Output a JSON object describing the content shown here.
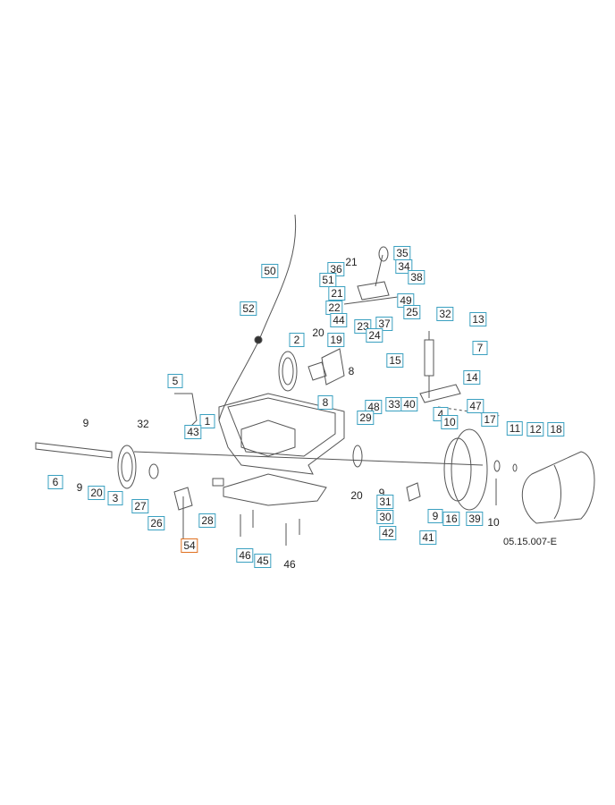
{
  "figure": {
    "reference_code": "05.15.007-E"
  },
  "callouts": [
    {
      "id": "50",
      "boxed": true
    },
    {
      "id": "52",
      "boxed": true
    },
    {
      "id": "2",
      "boxed": true
    },
    {
      "id": "20",
      "boxed": false
    },
    {
      "id": "19",
      "boxed": true
    },
    {
      "id": "8",
      "boxed": false
    },
    {
      "id": "8",
      "boxed": true
    },
    {
      "id": "21",
      "boxed": false
    },
    {
      "id": "35",
      "boxed": true
    },
    {
      "id": "36",
      "boxed": true
    },
    {
      "id": "34",
      "boxed": true
    },
    {
      "id": "51",
      "boxed": true
    },
    {
      "id": "38",
      "boxed": true
    },
    {
      "id": "21",
      "boxed": true
    },
    {
      "id": "49",
      "boxed": true
    },
    {
      "id": "22",
      "boxed": true
    },
    {
      "id": "25",
      "boxed": true
    },
    {
      "id": "44",
      "boxed": true
    },
    {
      "id": "23",
      "boxed": true
    },
    {
      "id": "37",
      "boxed": true
    },
    {
      "id": "24",
      "boxed": true
    },
    {
      "id": "32",
      "boxed": true
    },
    {
      "id": "13",
      "boxed": true
    },
    {
      "id": "7",
      "boxed": true
    },
    {
      "id": "15",
      "boxed": true
    },
    {
      "id": "14",
      "boxed": true
    },
    {
      "id": "5",
      "boxed": true
    },
    {
      "id": "33",
      "boxed": true
    },
    {
      "id": "40",
      "boxed": true
    },
    {
      "id": "47",
      "boxed": true
    },
    {
      "id": "48",
      "boxed": true
    },
    {
      "id": "29",
      "boxed": true
    },
    {
      "id": "4",
      "boxed": true
    },
    {
      "id": "17",
      "boxed": true
    },
    {
      "id": "10",
      "boxed": true
    },
    {
      "id": "1",
      "boxed": true
    },
    {
      "id": "43",
      "boxed": true
    },
    {
      "id": "9",
      "boxed": false
    },
    {
      "id": "32",
      "boxed": false
    },
    {
      "id": "11",
      "boxed": true
    },
    {
      "id": "12",
      "boxed": true
    },
    {
      "id": "18",
      "boxed": true
    },
    {
      "id": "6",
      "boxed": true
    },
    {
      "id": "9",
      "boxed": false
    },
    {
      "id": "20",
      "boxed": true
    },
    {
      "id": "3",
      "boxed": true
    },
    {
      "id": "27",
      "boxed": true
    },
    {
      "id": "26",
      "boxed": true
    },
    {
      "id": "28",
      "boxed": true
    },
    {
      "id": "20",
      "boxed": false
    },
    {
      "id": "9",
      "boxed": false
    },
    {
      "id": "31",
      "boxed": true
    },
    {
      "id": "9",
      "boxed": true
    },
    {
      "id": "30",
      "boxed": true
    },
    {
      "id": "16",
      "boxed": true
    },
    {
      "id": "39",
      "boxed": true
    },
    {
      "id": "10",
      "boxed": false
    },
    {
      "id": "42",
      "boxed": true
    },
    {
      "id": "41",
      "boxed": true
    },
    {
      "id": "54",
      "boxed": true,
      "highlight": true
    },
    {
      "id": "46",
      "boxed": true
    },
    {
      "id": "45",
      "boxed": true
    },
    {
      "id": "46",
      "boxed": false
    }
  ],
  "colors": {
    "line": "#555555",
    "box": "#3aa0c0",
    "highlight": "#e07020"
  }
}
